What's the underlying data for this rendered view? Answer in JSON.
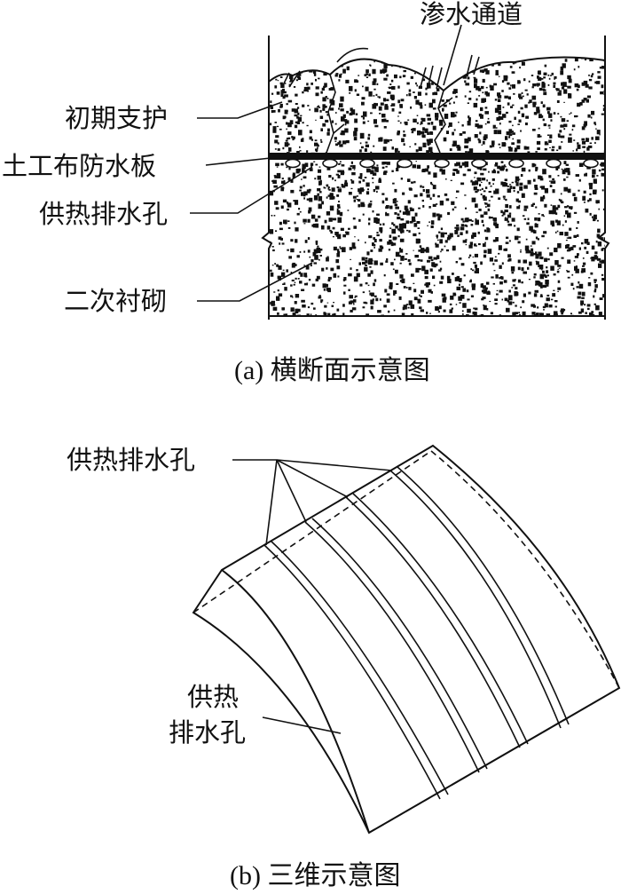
{
  "panel_a": {
    "labels": {
      "seepage_channel": "渗水通道",
      "initial_support": "初期支护",
      "geotextile_waterproof_board": "土工布防水板",
      "heating_drain_hole": "供热排水孔",
      "secondary_lining": "二次衬砌"
    },
    "caption": "(a) 横断面示意图"
  },
  "panel_b": {
    "labels": {
      "heating_drain_hole_top": "供热排水孔",
      "heating_drain_hole_side_line1": "供热",
      "heating_drain_hole_side_line2": "排水孔"
    },
    "caption": "(b) 三维示意图"
  },
  "colors": {
    "ink": "#111111",
    "background": "#ffffff"
  }
}
